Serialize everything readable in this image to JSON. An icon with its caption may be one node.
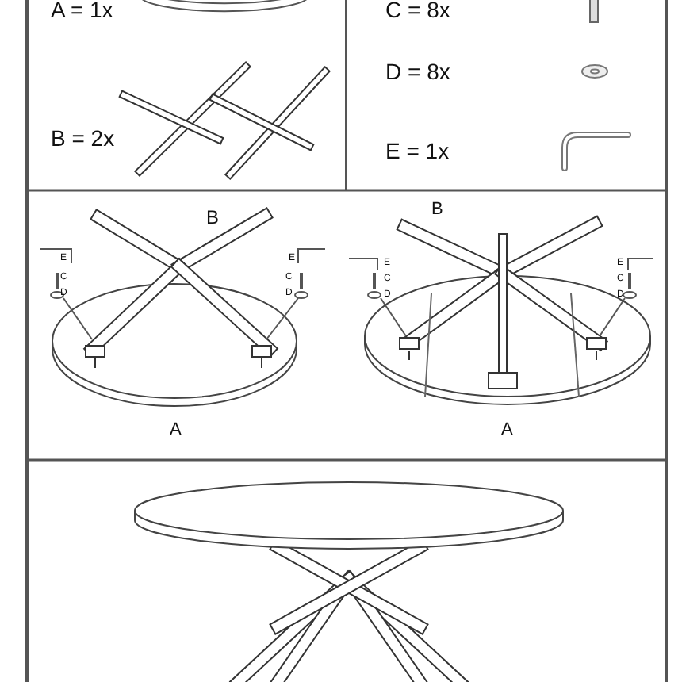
{
  "diagram": {
    "labels": [
      "A = 1x",
      "C = 8x",
      "D = 8x",
      "B = 2x",
      "E = 1x",
      "B",
      "E",
      "C",
      "D",
      "E",
      "C",
      "D",
      "A",
      "B",
      "E",
      "C",
      "D",
      "E",
      "C",
      "D",
      "A"
    ]
  }
}
